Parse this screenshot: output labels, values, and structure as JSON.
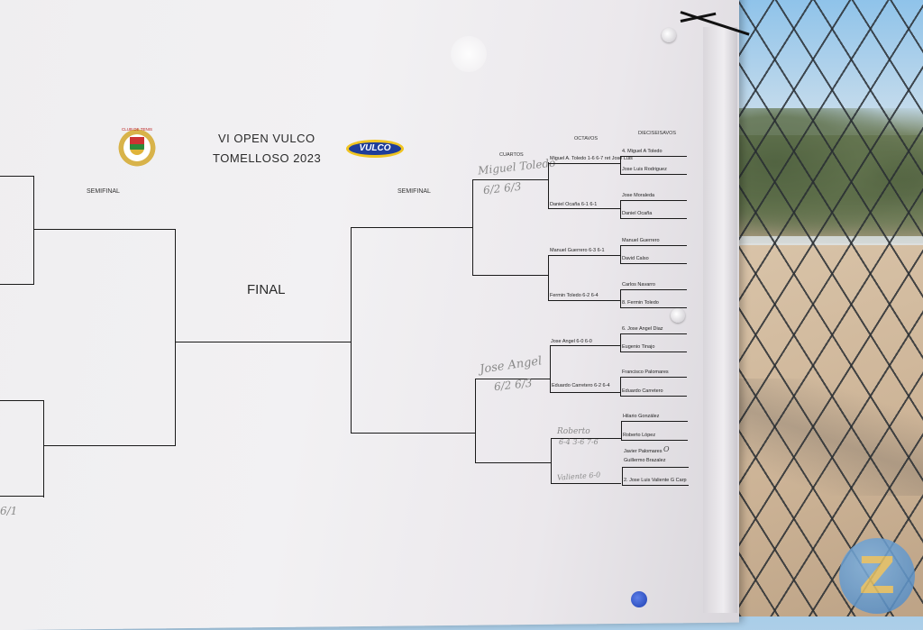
{
  "poster": {
    "title_line1": "VI OPEN VULCO",
    "title_line2": "TOMELLOSO 2023",
    "vulco_logo": "VULCO",
    "club_logo_text": "CLUB DE TENIS",
    "final_label": "FINAL",
    "left_semifinal_label": "SEMIFINAL",
    "right_semifinal_label": "SEMIFINAL",
    "round_labels": {
      "cuartos": "CUARTOS",
      "octavos": "OCTAVOS",
      "dieciseisavos": "DIECISEISAVOS"
    },
    "dieciseisavos": [
      "4. Miguel A Toledo",
      "Jose Luis Rodriguez",
      "Jose Moraleda",
      "Daniel Ocaña",
      "Manuel Guerrero",
      "David Calso",
      "Carlos Navarro",
      "8. Fermin Toledo",
      "6. Jose Angel Diaz",
      "Eugenio Tinajo",
      "Francisco Palomares",
      "Eduardo Carretero",
      "Hilario González",
      "Roberto López",
      "Javier Palomares",
      "Guillermo Brazalez",
      "2. Jose Luis Valiente G Carp"
    ],
    "octavos": [
      "Miguel A. Toledo 1-6 6-7 ret Jose Luis",
      "Daniel Ocaña 6-1 6-1",
      "Manuel Guerrero 6-3 6-1",
      "Fermin Toledo 6-2 6-4",
      "Jose Angel 6-0 6-0",
      "Eduardo Carretero 6-2 6-4"
    ],
    "handwritten": {
      "cuartos_top": "Miguel Toledo",
      "cuartos_top_score": "6/2 6/3",
      "cuartos_bottom": "Jose Angel",
      "cuartos_bottom_score": "6/2 6/3",
      "octavos_roberto": "Roberto",
      "octavos_roberto_score": "6-4 3-6 7-6",
      "octavos_valiente": "Valiente 6-0",
      "javier_marker": "O",
      "left_edge_score": "6/1"
    }
  },
  "watermark": {
    "letter": "Z"
  },
  "colors": {
    "paper": "#f1f0f2",
    "ink": "#1a1a1a",
    "pencil": "#8a8a8a",
    "vulco_blue": "#1f3d9a",
    "vulco_yellow": "#f0c420"
  }
}
